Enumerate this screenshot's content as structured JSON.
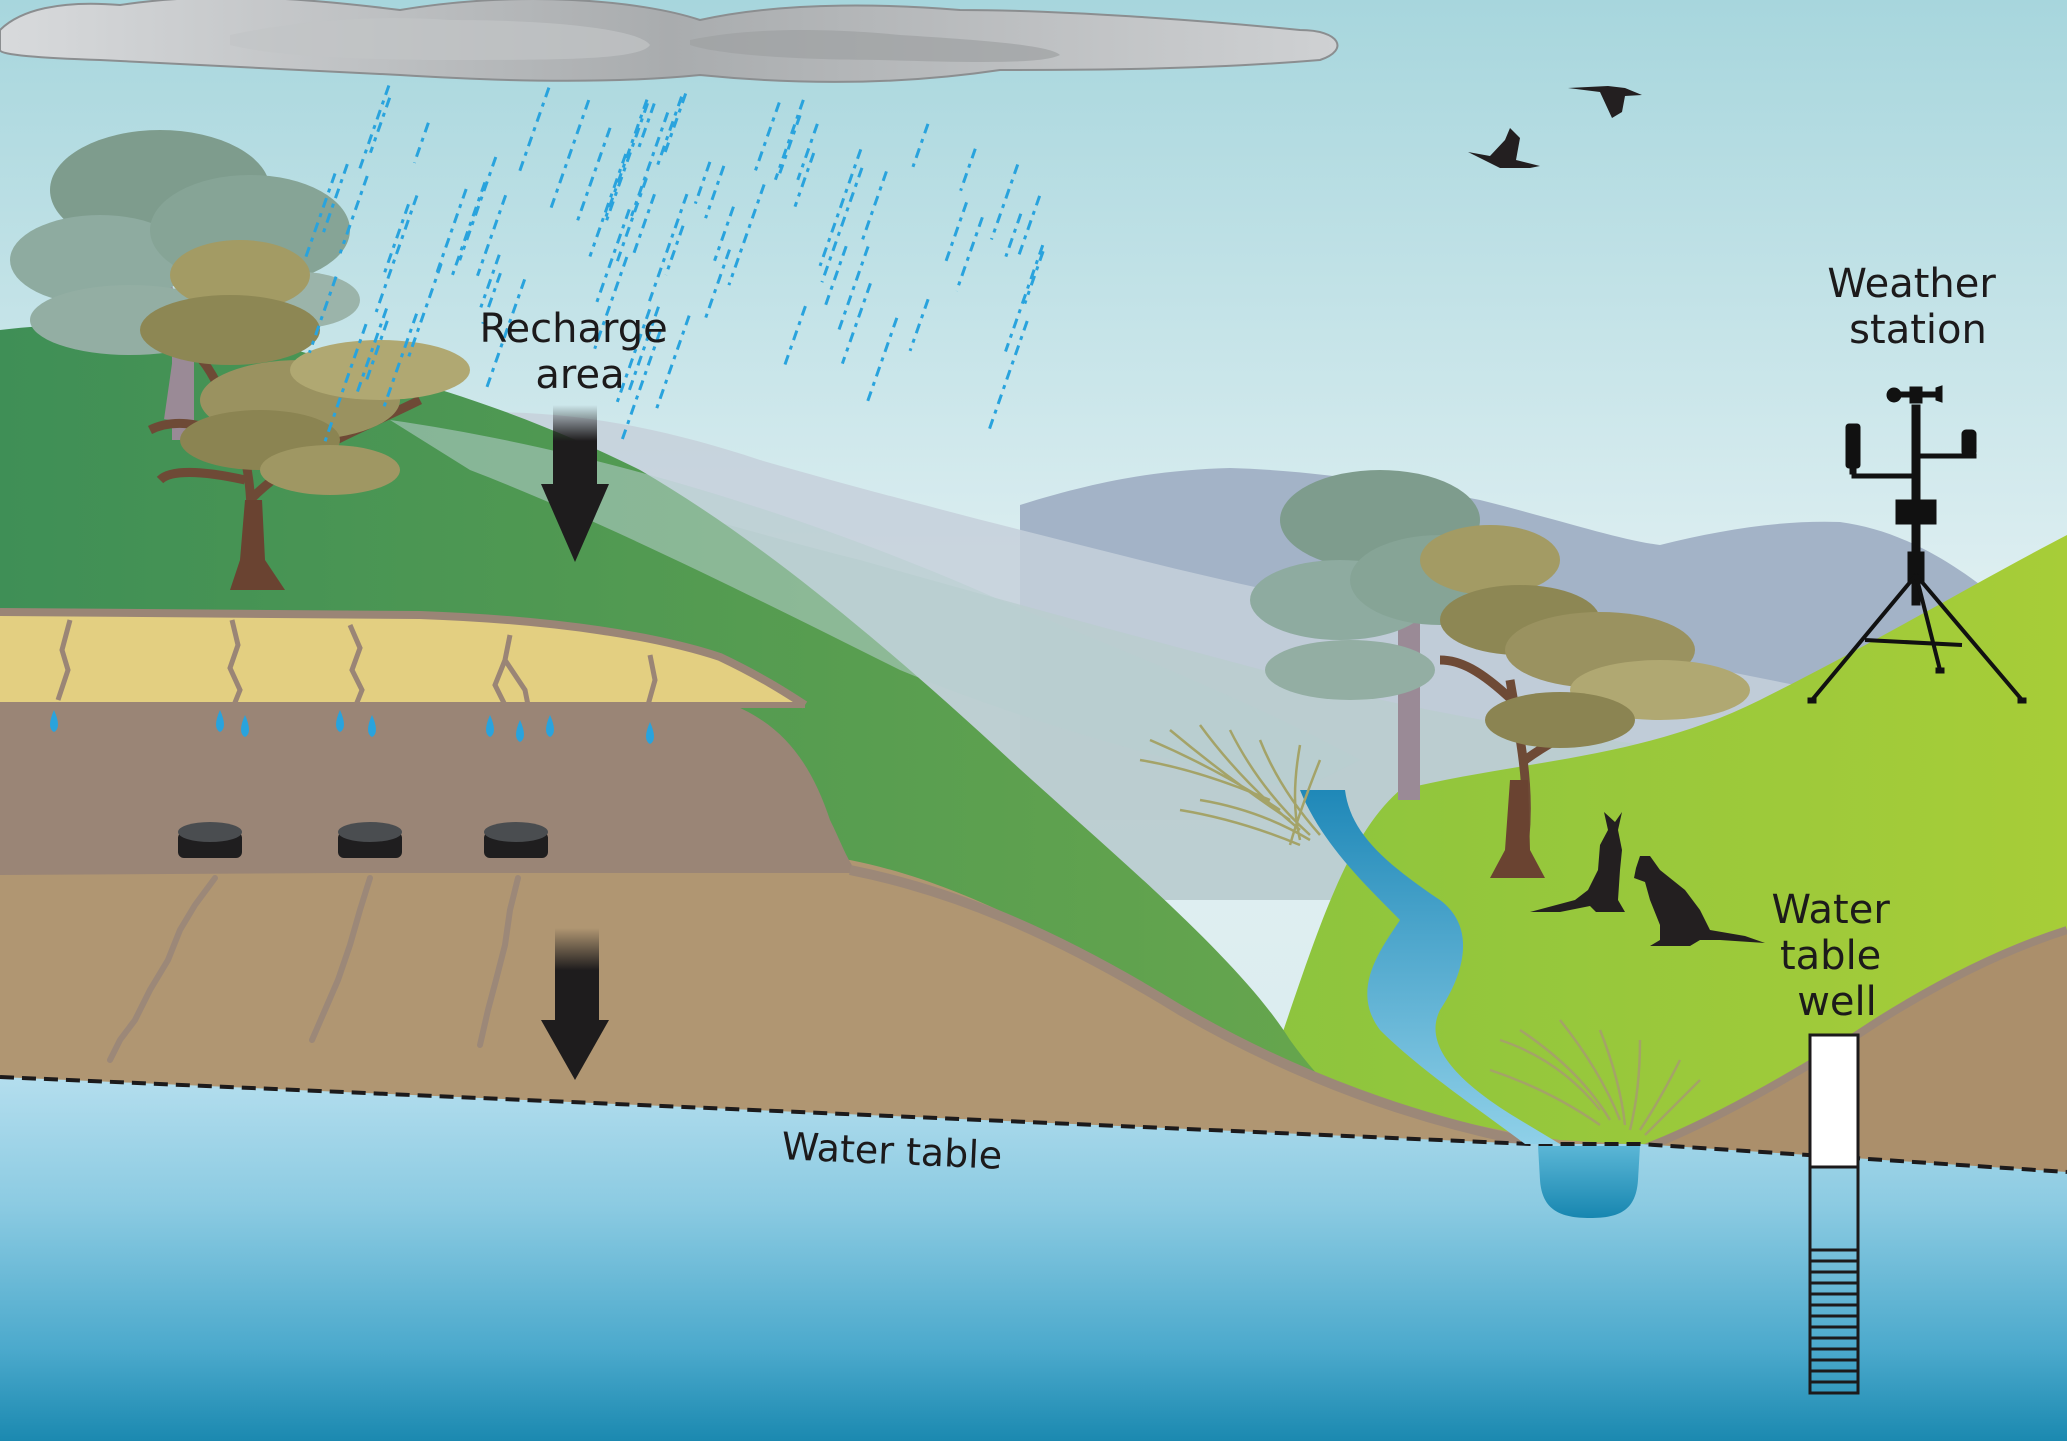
{
  "diagram": {
    "subject": "Groundwater recharge and water table cross-section",
    "labels": {
      "recharge_area": [
        "Recharge",
        "area"
      ],
      "weather_station": [
        "Weather",
        "station"
      ],
      "water_table_well": [
        "Water",
        "table",
        "well"
      ],
      "water_table": "Water table"
    },
    "elements": {
      "cloud": "rain-cloud-icon",
      "rain": "rain-streaks-icon",
      "birds": [
        "flying-goose-icon",
        "flying-goose-icon"
      ],
      "trees_left": [
        "gum-tree-back-icon",
        "gum-tree-front-icon"
      ],
      "trees_right": [
        "gum-tree-back-icon",
        "gum-tree-front-icon"
      ],
      "kangaroos": [
        "kangaroo-standing-icon",
        "kangaroo-with-joey-icon"
      ],
      "grass_tufts": [
        "grass-tuft-icon",
        "grass-tuft-icon"
      ],
      "soil_layers": [
        "topsoil-cracked",
        "subsoil-clay",
        "deep-sediment"
      ],
      "water_droplets_count": 10,
      "cracked_clods_count": 3,
      "recharge_arrows_count": 2,
      "well_screen_segments": 13
    },
    "colors": {
      "sky_top": "#a6d6dc",
      "sky_bottom": "#e6f2f3",
      "hill_left": "#4f9a5a",
      "hill_right": "#9ec93b",
      "topsoil": "#e2cf80",
      "subsoil": "#9d8777",
      "sediment": "#b09673",
      "groundwater_top": "#b1dced",
      "groundwater_bottom": "#1e8bb2",
      "rain": "#29a3dd",
      "arrow": "#1e1c1d"
    }
  }
}
